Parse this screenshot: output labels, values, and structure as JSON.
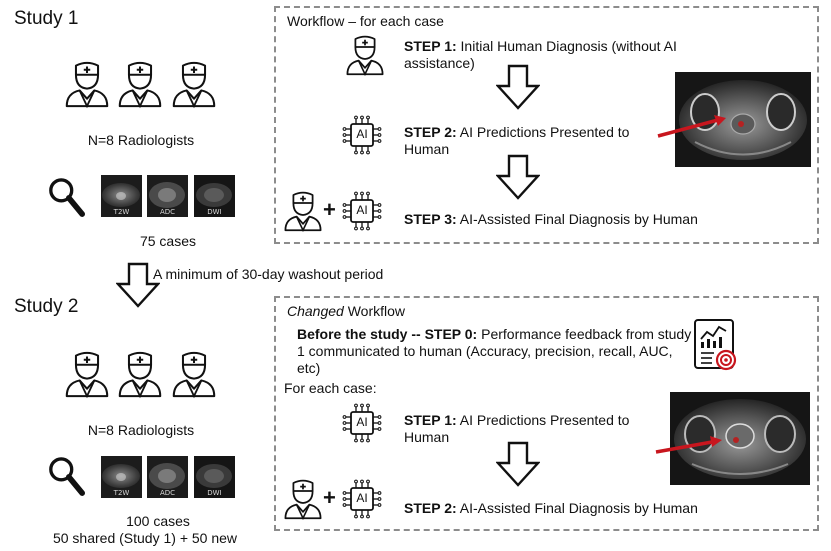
{
  "study1": {
    "title": "Study 1",
    "radiologists": "N=8 Radiologists",
    "cases": "75 cases",
    "thumb_labels": [
      "T2W",
      "ADC",
      "DWI"
    ]
  },
  "washout": "A minimum of 30-day washout period",
  "study2": {
    "title": "Study 2",
    "radiologists": "N=8 Radiologists",
    "cases": "100 cases",
    "cases_detail": "50 shared (Study 1) + 50 new",
    "thumb_labels": [
      "T2W",
      "ADC",
      "DWI"
    ]
  },
  "workflow1": {
    "title": "Workflow – for each case",
    "step1_label": "STEP 1:",
    "step1_text": " Initial Human Diagnosis (without AI assistance)",
    "step2_label": "STEP 2:",
    "step2_text": " AI Predictions Presented to Human",
    "step3_label": "STEP 3:",
    "step3_text": " AI-Assisted Final Diagnosis by Human"
  },
  "workflow2": {
    "title_italic": "Changed",
    "title_rest": " Workflow",
    "step0_label": "Before the study -- STEP 0:",
    "step0_text": " Performance feedback from study 1 communicated to human (Accuracy, precision, recall, AUC, etc)",
    "for_each": "For each case:",
    "step1_label": "STEP 1:",
    "step1_text": " AI Predictions Presented to Human",
    "step2_label": "STEP 2:",
    "step2_text": " AI-Assisted Final Diagnosis by Human"
  },
  "icons": {
    "doctor": "doctor-icon",
    "ai_chip": "ai-chip-icon",
    "magnifier": "magnifier-icon",
    "report": "report-chart-icon",
    "arrow": "down-arrow-icon",
    "plus": "+"
  },
  "ai_chip_text": "AI"
}
